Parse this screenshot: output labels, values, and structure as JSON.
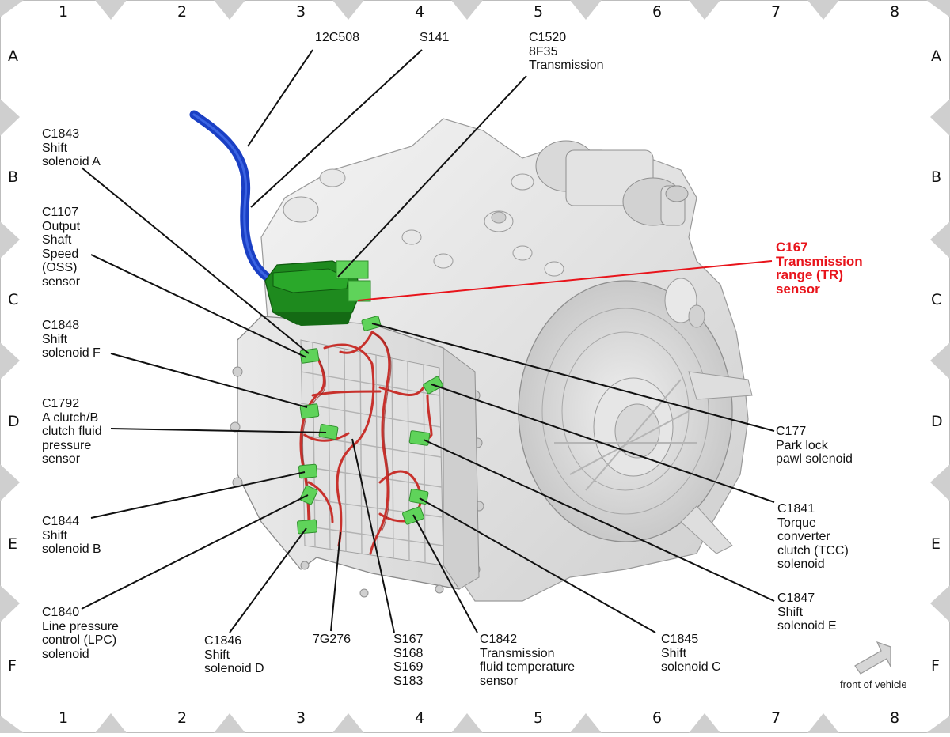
{
  "grid": {
    "columns": [
      "1",
      "2",
      "3",
      "4",
      "5",
      "6",
      "7",
      "8"
    ],
    "rows": [
      "A",
      "B",
      "C",
      "D",
      "E",
      "F"
    ]
  },
  "callouts": {
    "c12c508": "12C508",
    "s141": "S141",
    "c1520": "C1520\n8F35\nTransmission",
    "c1843": "C1843\nShift\nsolenoid A",
    "c1107": "C1107\nOutput\nShaft\nSpeed\n(OSS)\nsensor",
    "c1848": "C1848\nShift\nsolenoid F",
    "c1792": "C1792\nA clutch/B\nclutch fluid\npressure\nsensor",
    "c1844": "C1844\nShift\nsolenoid B",
    "c1840": "C1840\nLine pressure\ncontrol (LPC)\nsolenoid",
    "c1846": "C1846\nShift\nsolenoid D",
    "g7276": "7G276",
    "s167": "S167\nS168\nS169\nS183",
    "c1842": "C1842\nTransmission\nfluid temperature\nsensor",
    "c1845": "C1845\nShift\nsolenoid C",
    "c167": "C167\nTransmission\nrange (TR)\nsensor",
    "c177": "C177\nPark lock\npawl solenoid",
    "c1841": "C1841\nTorque\nconverter\nclutch (TCC)\nsolenoid",
    "c1847": "C1847\nShift\nsolenoid E"
  },
  "front_of_vehicle": "front of vehicle",
  "colors": {
    "highlight": "#e8141b",
    "connector": "#5fd35a",
    "sensor": "#1e8a1e",
    "harness": "#c8312c",
    "cable": "#1a3fc4",
    "housing": "#e2e2e2"
  }
}
